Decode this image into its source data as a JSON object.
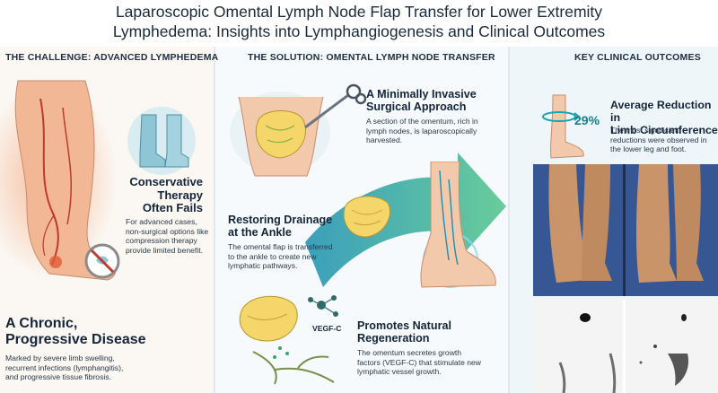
{
  "title": {
    "line1": "Laparoscopic Omental Lymph Node Flap Transfer for Lower Extremity",
    "line2": "Lymphedema: Insights into Lymphangiogenesis and Clinical Outcomes"
  },
  "challenge": {
    "header": "THE CHALLENGE: ADVANCED LYMPHEDEMA",
    "therapy_title_1": "Conservative",
    "therapy_title_2": "Therapy",
    "therapy_title_3": "Often Fails",
    "therapy_text_1": "For advanced cases,",
    "therapy_text_2": "non-surgical options like",
    "therapy_text_3": "compression therapy",
    "therapy_text_4": "provide limited benefit.",
    "disease_title_1": "A Chronic,",
    "disease_title_2": "Progressive Disease",
    "disease_text_1": "Marked by severe limb swelling,",
    "disease_text_2": "recurrent infections (lymphangitis),",
    "disease_text_3": "and progressive tissue fibrosis."
  },
  "solution": {
    "header": "THE SOLUTION: OMENTAL LYMPH NODE TRANSFER",
    "approach_title_1": "A Minimally Invasive",
    "approach_title_2": "Surgical Approach",
    "approach_text_1": "A section of the omentum, rich in",
    "approach_text_2": "lymph nodes, is laparoscopically",
    "approach_text_3": "harvested.",
    "drainage_title_1": "Restoring Drainage",
    "drainage_title_2": "at the Ankle",
    "drainage_text_1": "The omental flap is transferred",
    "drainage_text_2": "to the ankle to create new",
    "drainage_text_3": "lymphatic pathways.",
    "vegf_label": "VEGF-C",
    "regen_title_1": "Promotes Natural",
    "regen_title_2": "Regeneration",
    "regen_text_1": "The omentum secretes growth",
    "regen_text_2": "factors (VEGF-C) that stimulate new",
    "regen_text_3": "lymphatic vessel growth."
  },
  "outcomes": {
    "header": "KEY CLINICAL OUTCOMES",
    "percent": "29%",
    "reduction_title_1": "Average Reduction in",
    "reduction_title_2": "Limb Circumference",
    "reduction_text_1": "The most significant",
    "reduction_text_2": "reductions were observed in",
    "reduction_text_3": "the lower leg and foot."
  },
  "colors": {
    "accent_teal": "#1aa0b8",
    "skin": "#f2c0a0",
    "inflamed": "#e05a3a",
    "omentum": "#f5d66a"
  }
}
